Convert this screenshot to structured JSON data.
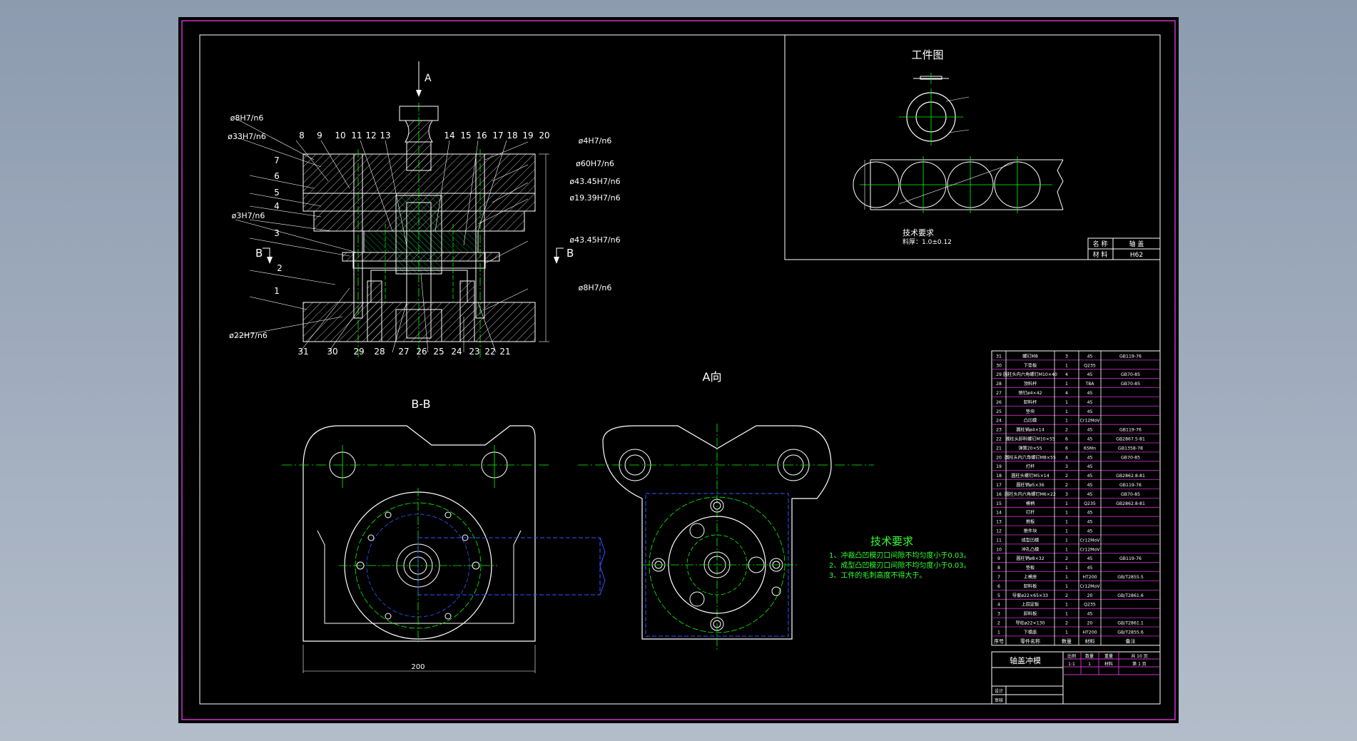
{
  "colors": {
    "line": "#ffffff",
    "center": "#00ff00",
    "hidden": "#3355ff",
    "border": "#cc33cc",
    "hatch": "#00cc66",
    "note": "#33ff33",
    "bg": "#000000"
  },
  "workpiece": {
    "title": "工件图",
    "tech_title": "技术要求",
    "tech_line": "料厚：1.0±0.12",
    "name_label": "名 称",
    "name_value": "轴 盖",
    "material_label": "材 料",
    "material_value": "H62"
  },
  "views": {
    "view_a": "A向",
    "section_bb": "B-B",
    "section_b_left": "B",
    "section_b_right": "B",
    "arrow_a": "A",
    "dim_200": "200"
  },
  "fits": [
    "ø8H7/n6",
    "ø33H7/n6",
    "ø3H7/n6",
    "ø22H7/n6",
    "ø4H7/n6",
    "ø60H7/n6",
    "ø43.45H7/n6",
    "ø19.39H7/n6",
    "ø43.45H7/n6",
    "ø8H7/n6"
  ],
  "balloons_top": [
    "8",
    "9",
    "10",
    "11",
    "12",
    "13",
    "14",
    "15",
    "16",
    "17",
    "18",
    "19",
    "20"
  ],
  "balloons_left": [
    "7",
    "6",
    "5",
    "4",
    "3",
    "2",
    "1"
  ],
  "balloons_bottom": [
    "31",
    "30",
    "29",
    "28",
    "27",
    "26",
    "25",
    "24",
    "23",
    "22",
    "21"
  ],
  "tech_req": {
    "title": "技术要求",
    "lines": [
      "1、冲裁凸凹模刃口间隙不均匀度小于0.03。",
      "2、成型凸凹模刃口间隙不均匀度小于0.03。",
      "3、工件的毛刺高度不得大于。"
    ]
  },
  "bom": [
    [
      "31",
      "螺钉M8",
      "3",
      "45",
      "GB119-76"
    ],
    [
      "30",
      "下垫板",
      "1",
      "Q235",
      ""
    ],
    [
      "29",
      "圆柱头内六角螺钉M10×40",
      "4",
      "45",
      "GB70-85"
    ],
    [
      "28",
      "顶料杆",
      "1",
      "T8A",
      "GB70-85"
    ],
    [
      "27",
      "销钉ø4×42",
      "4",
      "45",
      ""
    ],
    [
      "26",
      "卸料杆",
      "1",
      "45",
      ""
    ],
    [
      "25",
      "垫块",
      "1",
      "45",
      ""
    ],
    [
      "24",
      "凸凹模",
      "1",
      "Cr12MoV",
      ""
    ],
    [
      "23",
      "圆柱销ø4×14",
      "2",
      "45",
      "GB119-76"
    ],
    [
      "22",
      "圆柱头卸料螺钉M10×55",
      "6",
      "45",
      "GB2867.5-81"
    ],
    [
      "21",
      "弹簧20×55",
      "6",
      "65Mn",
      "GB1358-78"
    ],
    [
      "20",
      "圆柱头内六角螺钉M8×55",
      "4",
      "45",
      "GB70-85"
    ],
    [
      "19",
      "打杆",
      "3",
      "45",
      ""
    ],
    [
      "18",
      "圆柱头螺钉M5×14",
      "2",
      "45",
      "GB2862.8-81"
    ],
    [
      "17",
      "圆柱销ø5×36",
      "2",
      "45",
      "GB119-76"
    ],
    [
      "16",
      "圆柱头内六角螺钉M6×22",
      "3",
      "45",
      "GB70-85"
    ],
    [
      "15",
      "模柄",
      "1",
      "Q235",
      "GB2862.8-81"
    ],
    [
      "14",
      "打杆",
      "1",
      "45",
      ""
    ],
    [
      "13",
      "推板",
      "1",
      "45",
      ""
    ],
    [
      "12",
      "推件块",
      "1",
      "45",
      ""
    ],
    [
      "11",
      "成型凹模",
      "1",
      "Cr12MoV",
      ""
    ],
    [
      "10",
      "冲孔凸模",
      "1",
      "Cr12MoV",
      ""
    ],
    [
      "9",
      "圆柱销ø8×32",
      "2",
      "45",
      "GB119-76"
    ],
    [
      "8",
      "垫板",
      "1",
      "45",
      ""
    ],
    [
      "7",
      "上模座",
      "1",
      "HT200",
      "GB/T2855.5"
    ],
    [
      "6",
      "卸料板",
      "1",
      "Cr12MoV",
      ""
    ],
    [
      "5",
      "导套ø22×65×33",
      "2",
      "20",
      "GB/T2861.6"
    ],
    [
      "4",
      "上固定板",
      "1",
      "Q235",
      ""
    ],
    [
      "3",
      "卸料板",
      "1",
      "45",
      ""
    ],
    [
      "2",
      "导柱ø22×130",
      "2",
      "20",
      "GB/T2861.1"
    ],
    [
      "1",
      "下模座",
      "1",
      "HT200",
      "GB/T2855.6"
    ]
  ],
  "bom_header": [
    "序号",
    "零件名称",
    "数量",
    "材料",
    "备注"
  ],
  "title_block": {
    "name": "轴盖冲模",
    "scale_label": "比例",
    "scale_value": "1:1",
    "qty_label": "数量",
    "qty_value": "1",
    "weight_label": "重量",
    "material_label": "材料",
    "total_label": "共 10 页",
    "page_label": "第 1 页",
    "designer_label": "设计",
    "checker_label": "审核"
  }
}
